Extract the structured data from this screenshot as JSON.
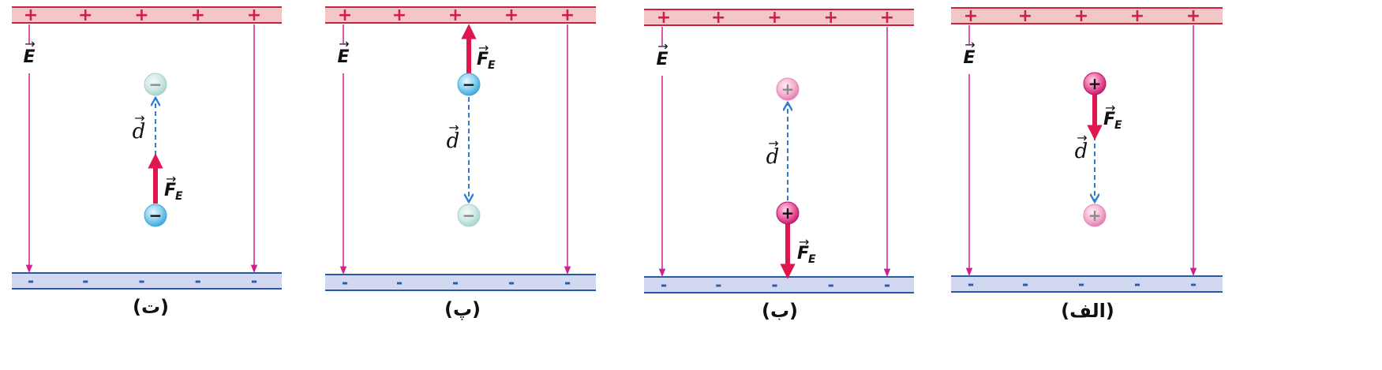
{
  "symbols": {
    "field": "E",
    "displacement": "d",
    "force": "F",
    "force_subscript": "E",
    "vector_arrow": "→",
    "plus": "+",
    "minus": "-",
    "charge_plus": "+",
    "charge_minus": "−"
  },
  "colors": {
    "positive_plate": "#f3c6c8",
    "positive_plate_edge": "#c8243e",
    "negative_plate": "#d3d8f1",
    "negative_plate_edge": "#2a58a8",
    "field_line": "#d0208c",
    "force_arrow": "#e0164e",
    "displacement_arrow": "#2f7fcf",
    "positive_charge": "#e43b8c",
    "negative_charge": "#7cc9ec"
  },
  "panels": [
    {
      "caption": "(ت)",
      "charge": "negative",
      "force_direction": "up",
      "start": "bottom",
      "end": "top"
    },
    {
      "caption": "(پ)",
      "charge": "negative",
      "force_direction": "up",
      "start": "top",
      "end": "bottom"
    },
    {
      "caption": "(ب)",
      "charge": "positive",
      "force_direction": "down",
      "start": "bottom",
      "end": "top"
    },
    {
      "caption": "(الف)",
      "charge": "positive",
      "force_direction": "down",
      "start": "top",
      "end": "bottom"
    }
  ]
}
